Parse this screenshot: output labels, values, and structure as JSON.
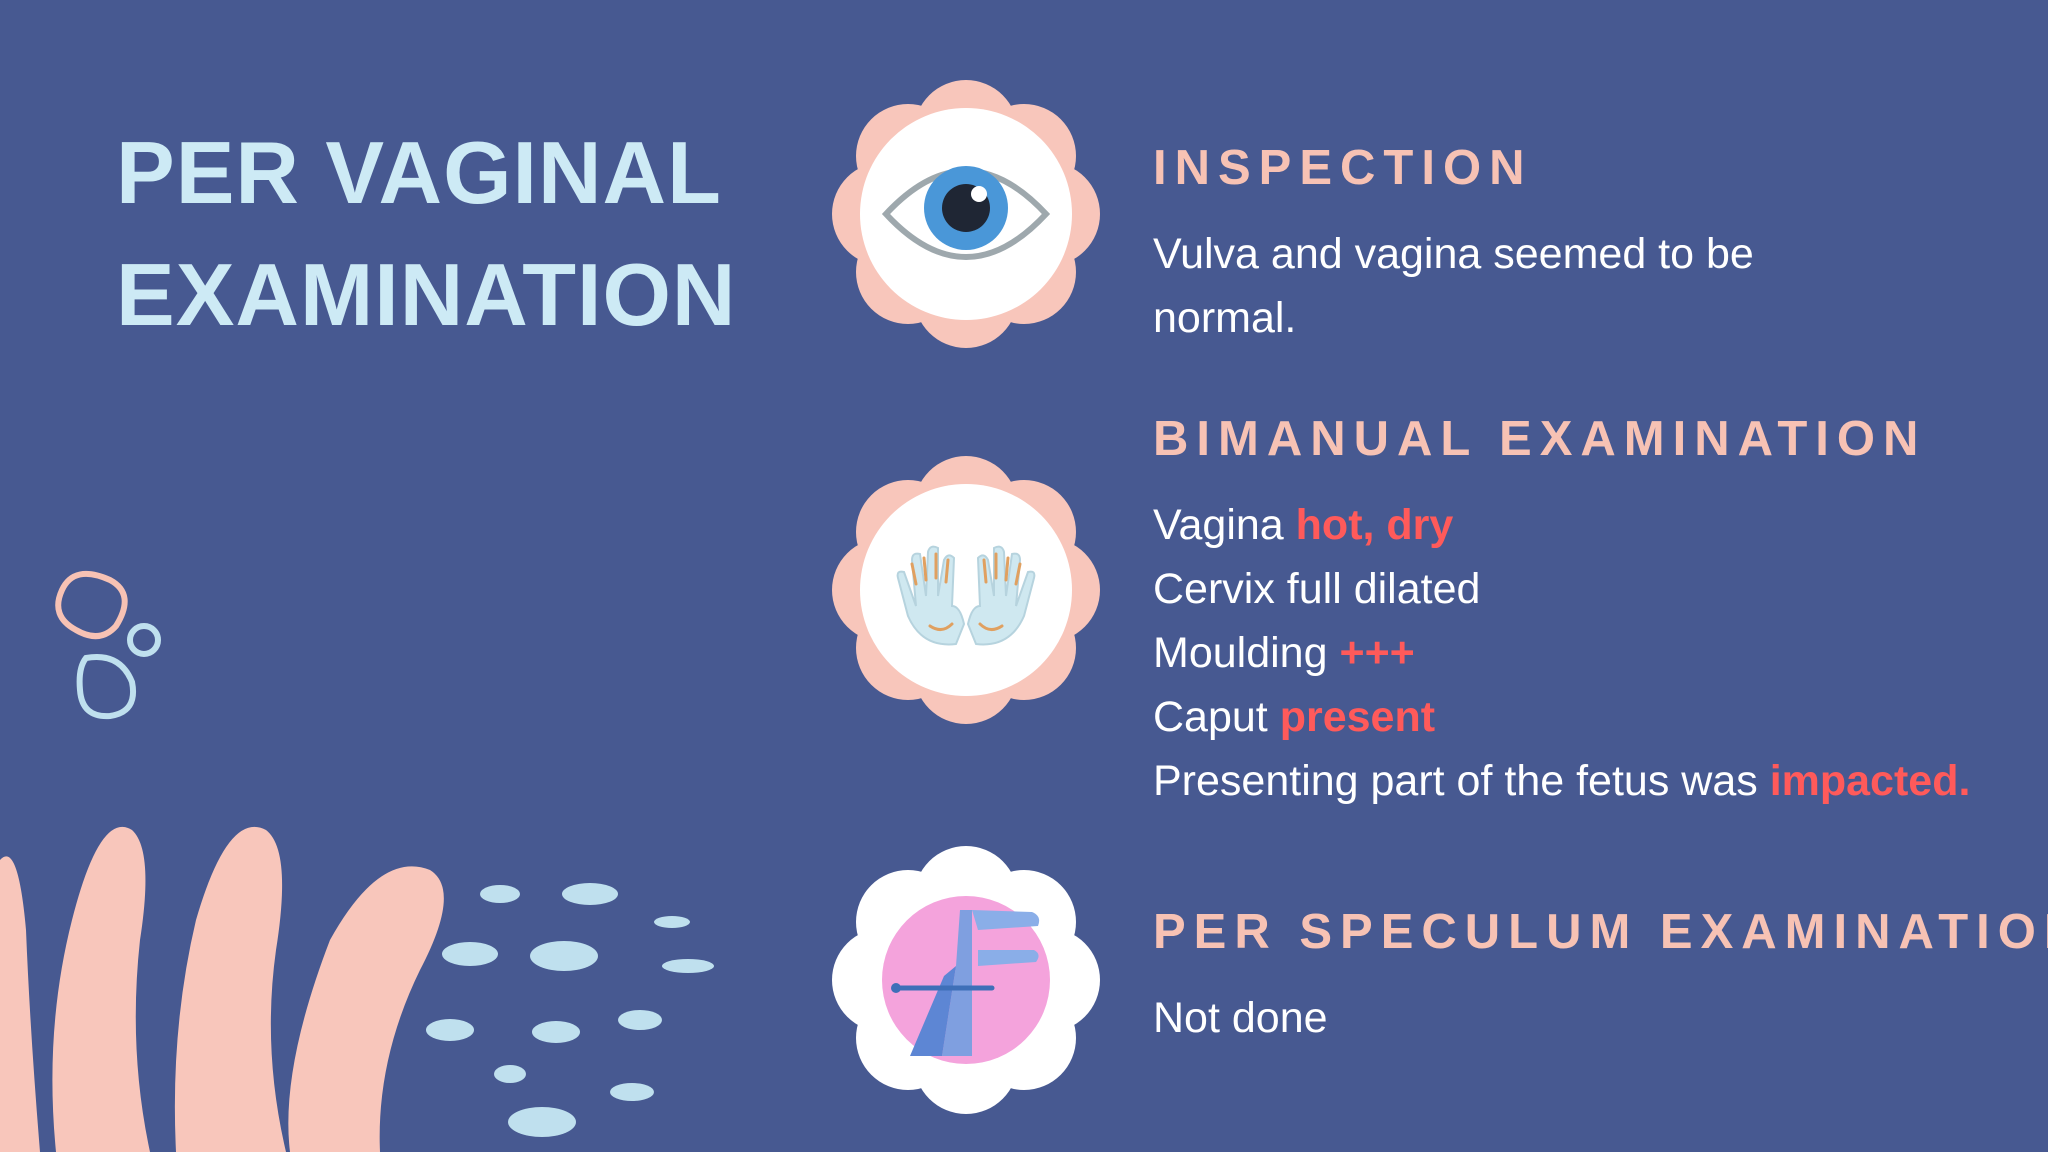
{
  "slide": {
    "title_lines": [
      "PER VAGINAL",
      "EXAMINATION"
    ],
    "sections": [
      {
        "heading": "INSPECTION",
        "icon": "eye-icon",
        "lines": [
          "Vulva and vagina seemed to be",
          "normal."
        ]
      },
      {
        "heading": "BIMANUAL EXAMINATION",
        "icon": "hands-icon",
        "rows": [
          {
            "text": "Vagina ",
            "highlight": "hot, dry"
          },
          {
            "text": "Cervix full dilated",
            "highlight": ""
          },
          {
            "text": "Moulding ",
            "highlight": "+++"
          },
          {
            "text": "Caput ",
            "highlight": "present"
          },
          {
            "text": "Presenting part of the fetus was ",
            "highlight": "impacted."
          }
        ]
      },
      {
        "heading": "PER SPECULUM EXAMINATION",
        "icon": "speculum-icon",
        "lines": [
          "Not done"
        ]
      }
    ]
  },
  "colors": {
    "background": "#475991",
    "title": "#cdeaf5",
    "heading": "#f7c2b4",
    "body_text": "#ffffff",
    "highlight": "#ff5a5a",
    "badge_petal_pink": "#f8c6bb",
    "badge_petal_white": "#ffffff",
    "decoration_blue": "#bfe0ee"
  }
}
